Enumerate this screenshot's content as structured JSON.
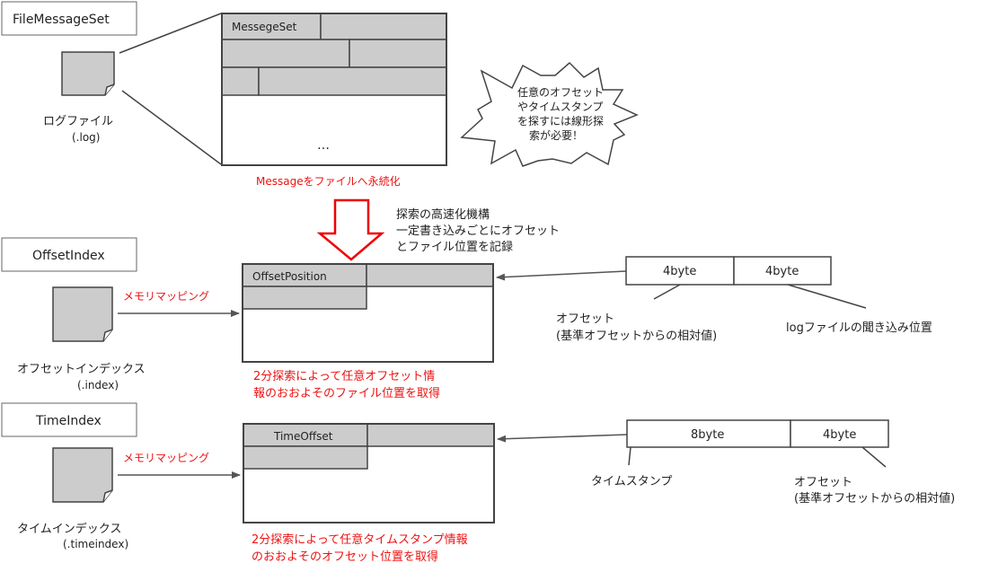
{
  "file_message_set": {
    "title": "FileMessageSet",
    "file_label": "ログファイル",
    "file_ext": "(.log)",
    "messageset_label": "MessegeSet",
    "ellipsis": "…",
    "persist_caption": "Messageをファイルへ永続化",
    "starburst_lines": [
      "任意のオフセット",
      "やタイムスタンプ",
      "を探すには線形探",
      "索が必要！"
    ]
  },
  "speedup_note": {
    "lines": [
      "探索の高速化機構",
      "一定書き込みごとにオフセット",
      "とファイル位置を記録"
    ]
  },
  "offset_index": {
    "title": "OffsetIndex",
    "mmap_label": "メモリマッピング",
    "file_label": "オフセットインデックス",
    "file_ext": "(.index)",
    "header_label": "OffsetPosition",
    "search_caption": [
      "2分探索によって任意オフセット情",
      "報のおおよそのファイル位置を取得"
    ],
    "entry_fields": [
      "4byte",
      "4byte"
    ],
    "field_desc_1": [
      "オフセット",
      "(基準オフセットからの相対値)"
    ],
    "field_desc_2": [
      "logファイルの聞き込み位置"
    ]
  },
  "time_index": {
    "title": "TimeIndex",
    "mmap_label": "メモリマッピング",
    "file_label": "タイムインデックス",
    "file_ext": "(.timeindex)",
    "header_label": "TimeOffset",
    "search_caption": [
      "2分探索によって任意タイムスタンプ情報",
      "のおおよそのオフセット位置を取得"
    ],
    "entry_fields": [
      "8byte",
      "4byte"
    ],
    "field_desc_1": [
      "タイムスタンプ"
    ],
    "field_desc_2": [
      "オフセット",
      "(基準オフセットからの相対値)"
    ]
  },
  "colors": {
    "stroke": "#444444",
    "fill_gray": "#cccccc",
    "red_text": "#ee1111",
    "arrow_red": "#ee0000",
    "text": "#222222"
  }
}
